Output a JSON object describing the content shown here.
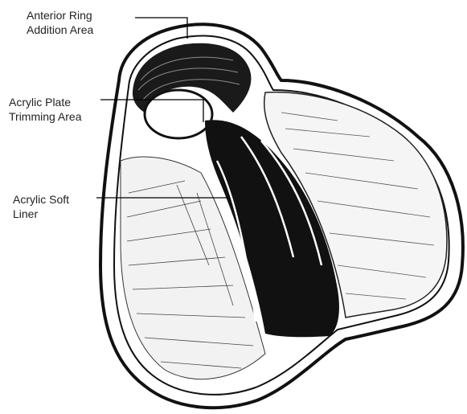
{
  "labels": {
    "anterior_ring": {
      "line1": "Anterior Ring",
      "line2": "Addition Area"
    },
    "plate_trimming": {
      "line1": "Acrylic Plate",
      "line2": "Trimming Area"
    },
    "soft_liner": {
      "line1": "Acrylic Soft",
      "line2": "Liner"
    }
  },
  "colors": {
    "ink": "#111111",
    "paper": "#ffffff",
    "text": "#222222"
  }
}
